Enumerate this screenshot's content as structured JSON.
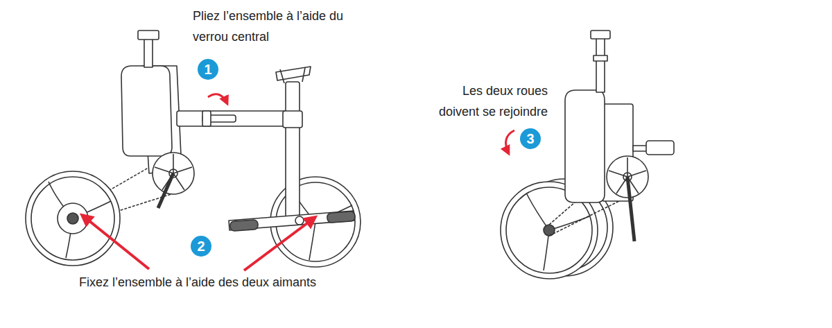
{
  "diagram": {
    "nodes": [
      {
        "text": [
          "1"
        ]
      },
      {
        "text": [
          "2"
        ]
      },
      {
        "text": [
          "3"
        ]
      }
    ],
    "labels": [
      "Pliez l’ensemble à l’aide du verrou central",
      "Fixez l’ensemble à l’aide des deux aimants",
      "Les deux roues doivent se rejoindre"
    ]
  }
}
